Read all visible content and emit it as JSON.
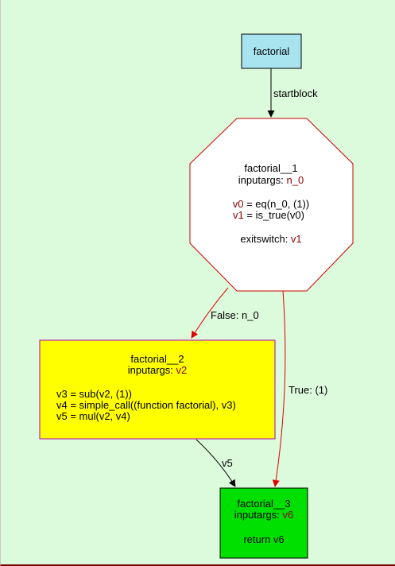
{
  "colors": {
    "background": "#dcfadc",
    "start_node": "#a8e4f0",
    "block2": "#ffff00",
    "block3": "#00e000",
    "border_red": "#d00000",
    "border_purple": "#b000b0",
    "variable": "#8b0000",
    "edge_black": "#000000",
    "edge_red": "#e00000"
  },
  "nodes": {
    "start": {
      "label": "factorial"
    },
    "block1": {
      "title": "factorial__1",
      "inputargs_prefix": "inputargs: ",
      "inputargs_var": "n_0",
      "line1_var": "v0",
      "line1_rest": " = eq(n_0, (1))",
      "line2_var": "v1",
      "line2_rest": " = is_true(v0)",
      "exit_prefix": "exitswitch: ",
      "exit_var": "v1"
    },
    "block2": {
      "title": "factorial__2",
      "inputargs_prefix": "inputargs: ",
      "inputargs_var": "v2",
      "line1": "v3 = sub(v2, (1))",
      "line2": "v4 = simple_call((function factorial), v3)",
      "line3": "v5 = mul(v2, v4)"
    },
    "block3": {
      "title": "factorial__3",
      "inputargs_prefix": "inputargs: ",
      "inputargs_var": "v6",
      "line1": "return v6"
    }
  },
  "edges": {
    "startblock": "startblock",
    "false_label": "False: n_0",
    "true_label": "True: (1)",
    "v5_label": "v5"
  }
}
